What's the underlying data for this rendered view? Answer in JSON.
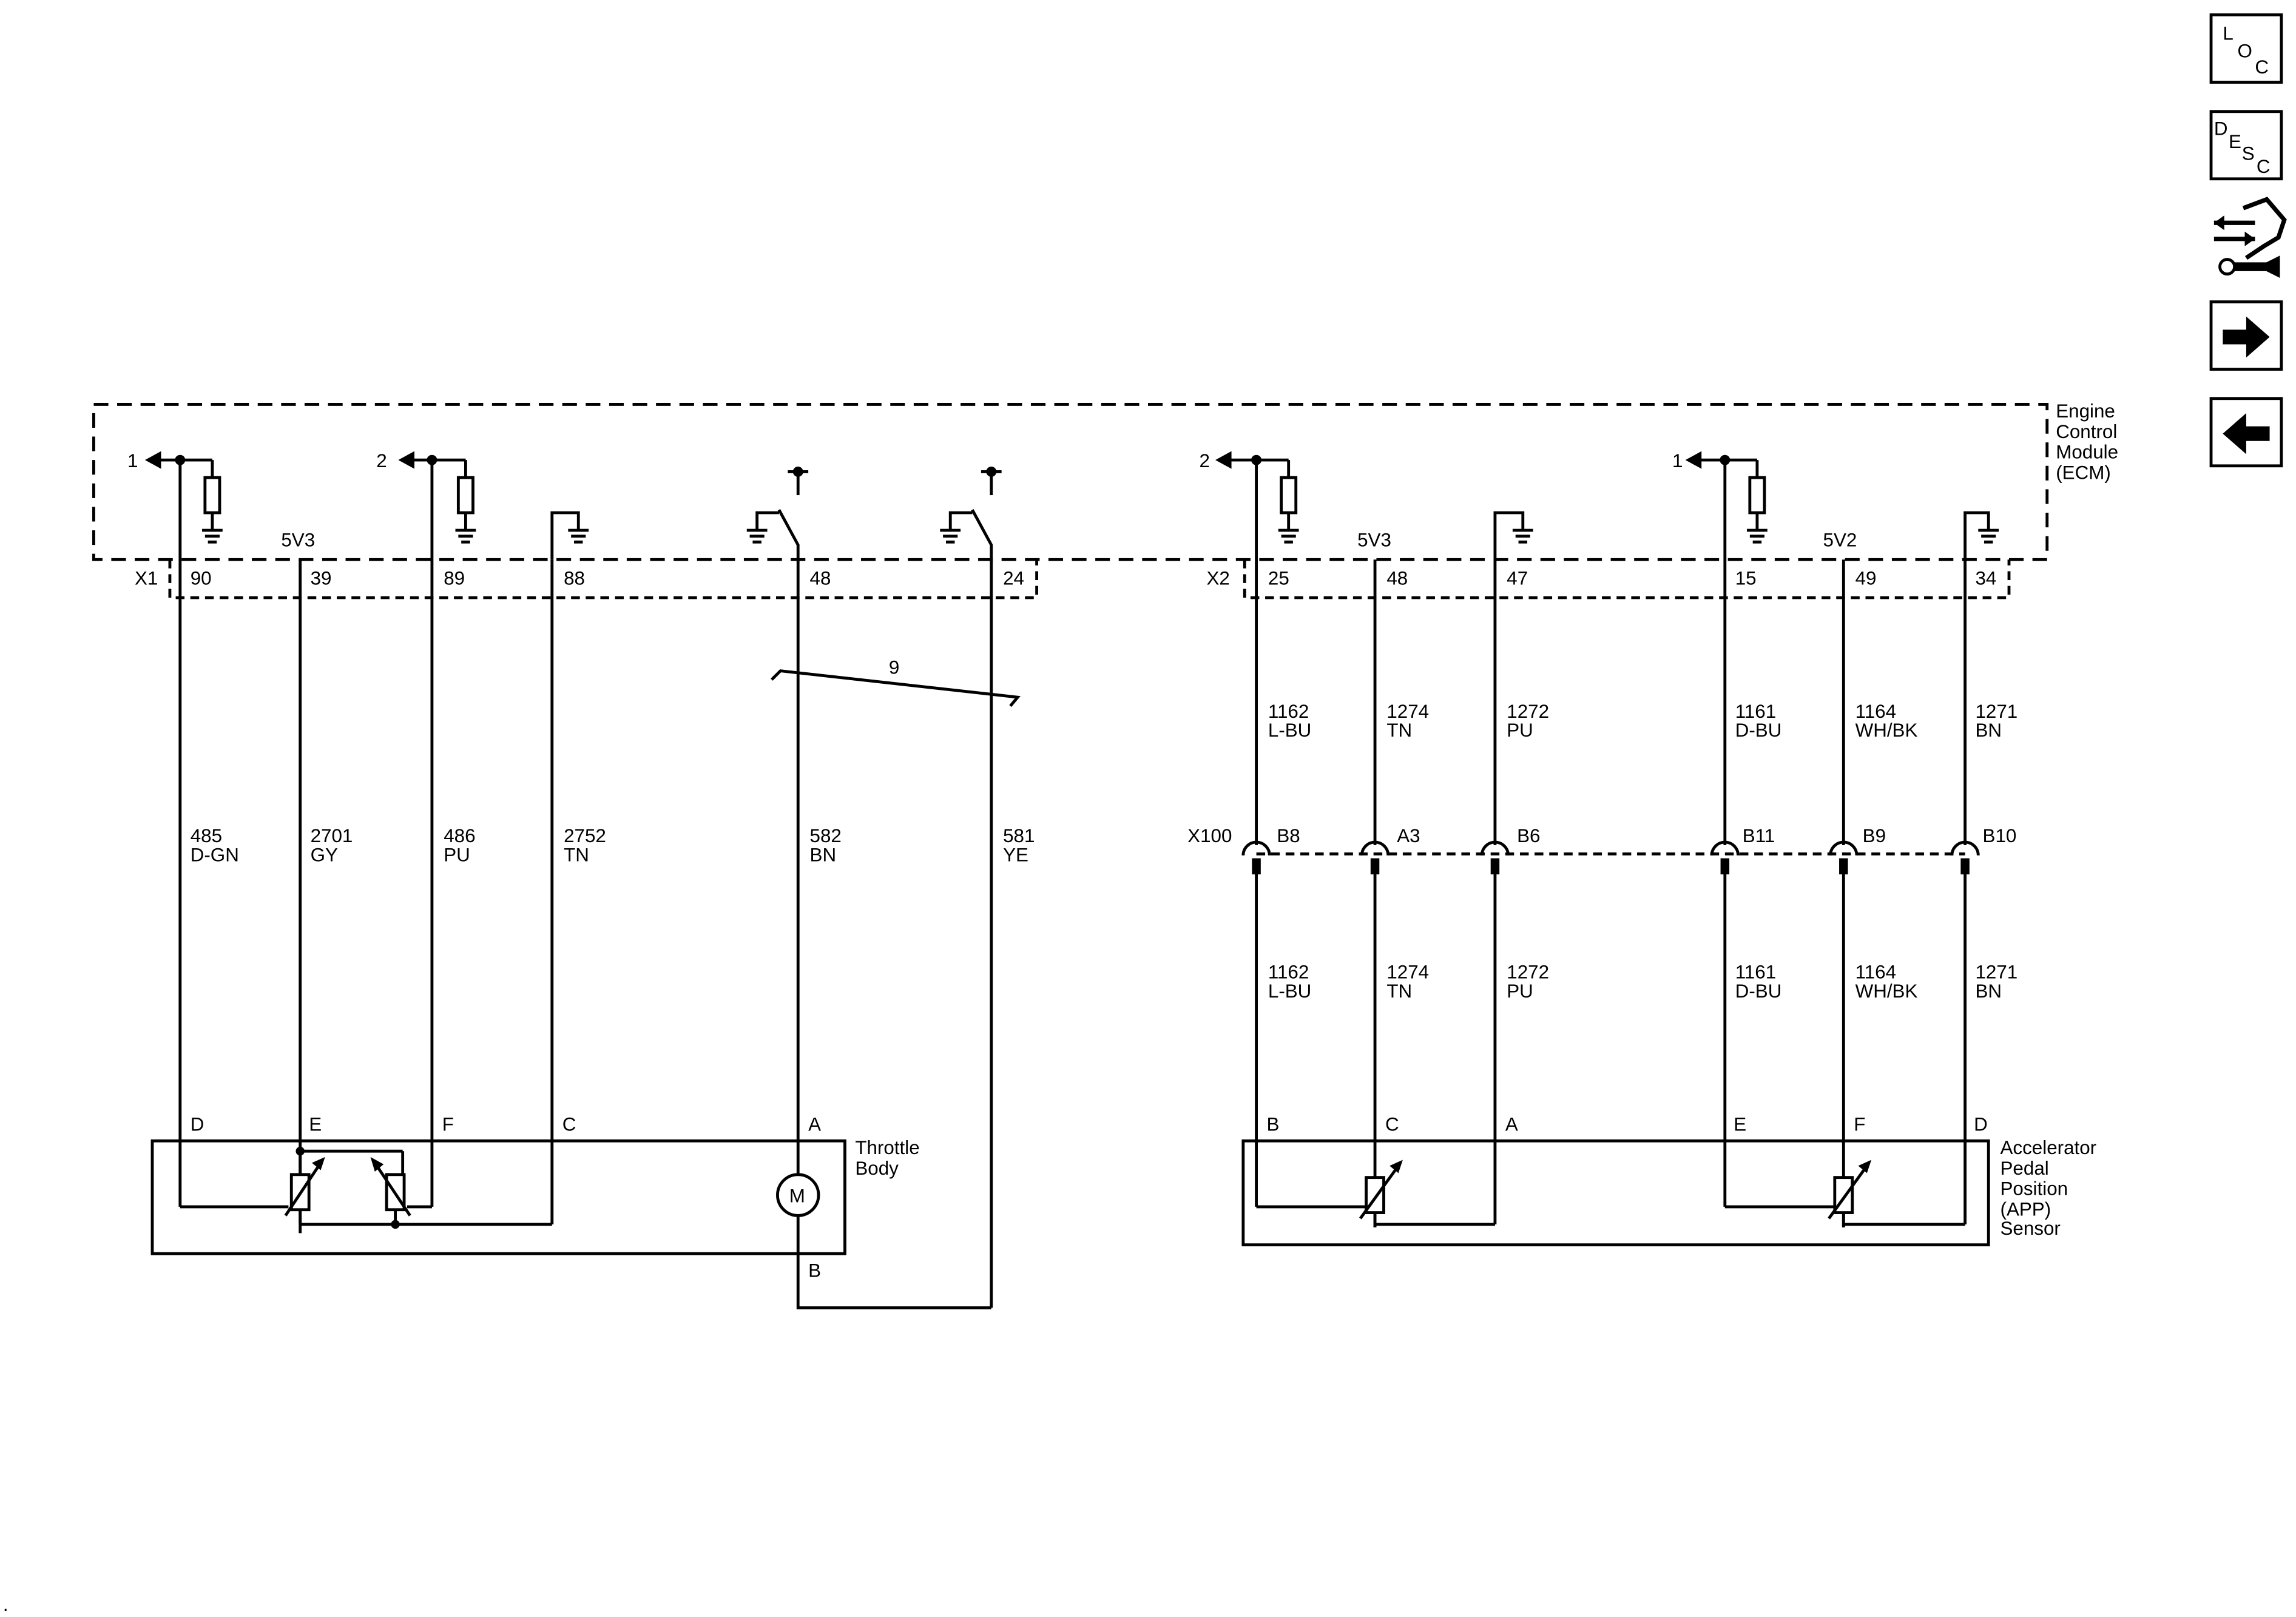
{
  "nav": {
    "loc": {
      "l": "L",
      "o": "O",
      "c": "C"
    },
    "desc": {
      "d": "D",
      "e": "E",
      "s": "S",
      "c": "C"
    }
  },
  "ecm": {
    "label_lines": [
      "Engine",
      "Control",
      "Module",
      "(ECM)"
    ],
    "left_connector": "X1",
    "right_connector": "X2",
    "left_pins": [
      "90",
      "39",
      "89",
      "88",
      "48",
      "24"
    ],
    "right_pins": [
      "25",
      "48",
      "47",
      "15",
      "49",
      "34"
    ],
    "left_ref_supply": "5V3",
    "right_ref_supply_1": "5V3",
    "right_ref_supply_2": "5V2",
    "left_outputs": [
      "1",
      "2"
    ],
    "right_outputs": [
      "2",
      "1"
    ]
  },
  "twisted_pair": "9",
  "throttle_wires": [
    {
      "circuit": "485",
      "color": "D-GN"
    },
    {
      "circuit": "2701",
      "color": "GY"
    },
    {
      "circuit": "486",
      "color": "PU"
    },
    {
      "circuit": "2752",
      "color": "TN"
    },
    {
      "circuit": "582",
      "color": "BN"
    },
    {
      "circuit": "581",
      "color": "YE"
    }
  ],
  "app_wires": [
    {
      "circuit": "1162",
      "color": "L-BU"
    },
    {
      "circuit": "1274",
      "color": "TN"
    },
    {
      "circuit": "1272",
      "color": "PU"
    },
    {
      "circuit": "1161",
      "color": "D-BU"
    },
    {
      "circuit": "1164",
      "color": "WH/BK"
    },
    {
      "circuit": "1271",
      "color": "BN"
    }
  ],
  "inline_connector": {
    "name": "X100",
    "pins": [
      "B8",
      "A3",
      "B6",
      "B11",
      "B9",
      "B10"
    ]
  },
  "throttle_body": {
    "label_lines": [
      "Throttle",
      "Body"
    ],
    "pins": [
      "D",
      "E",
      "F",
      "C",
      "A"
    ],
    "bottom_pin": "B",
    "motor": "M"
  },
  "app_sensor": {
    "label_lines": [
      "Accelerator",
      "Pedal",
      "Position",
      "(APP)",
      "Sensor"
    ],
    "pins": [
      "B",
      "C",
      "A",
      "E",
      "F",
      "D"
    ]
  },
  "corner_mark": "."
}
